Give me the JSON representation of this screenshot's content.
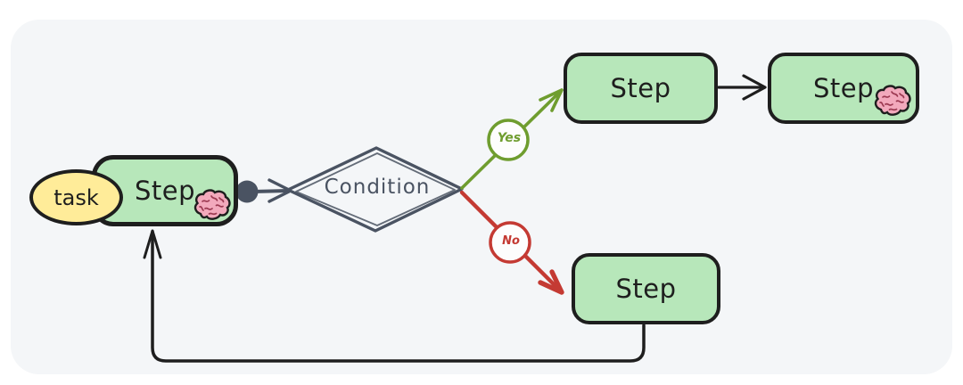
{
  "diagram": {
    "page_bg": "#ffffff",
    "panel_bg": "#f4f6f8"
  },
  "colors": {
    "node_fill_green": "#b7e7ba",
    "node_fill_yellow": "#ffec99",
    "stroke_black": "#1e1e1e",
    "stroke_slate": "#4a5362",
    "edge_yes_green": "#6f9d2f",
    "edge_no_red": "#c43a33",
    "brain_pink": "#f2a9bc"
  },
  "nodes": {
    "task": {
      "label": "task",
      "shape": "ellipse"
    },
    "step_main": {
      "label": "Step",
      "shape": "rounded-rect",
      "icon": "brain-icon"
    },
    "condition": {
      "label": "Condition",
      "shape": "diamond"
    },
    "step_yes_1": {
      "label": "Step",
      "shape": "rounded-rect"
    },
    "step_yes_2": {
      "label": "Step",
      "shape": "rounded-rect",
      "icon": "brain-icon"
    },
    "step_no": {
      "label": "Step",
      "shape": "rounded-rect"
    }
  },
  "edges": {
    "step_to_condition": {
      "label": ""
    },
    "yes": {
      "label": "Yes"
    },
    "no": {
      "label": "No"
    },
    "step_to_step": {
      "label": ""
    },
    "loopback": {
      "label": ""
    }
  }
}
